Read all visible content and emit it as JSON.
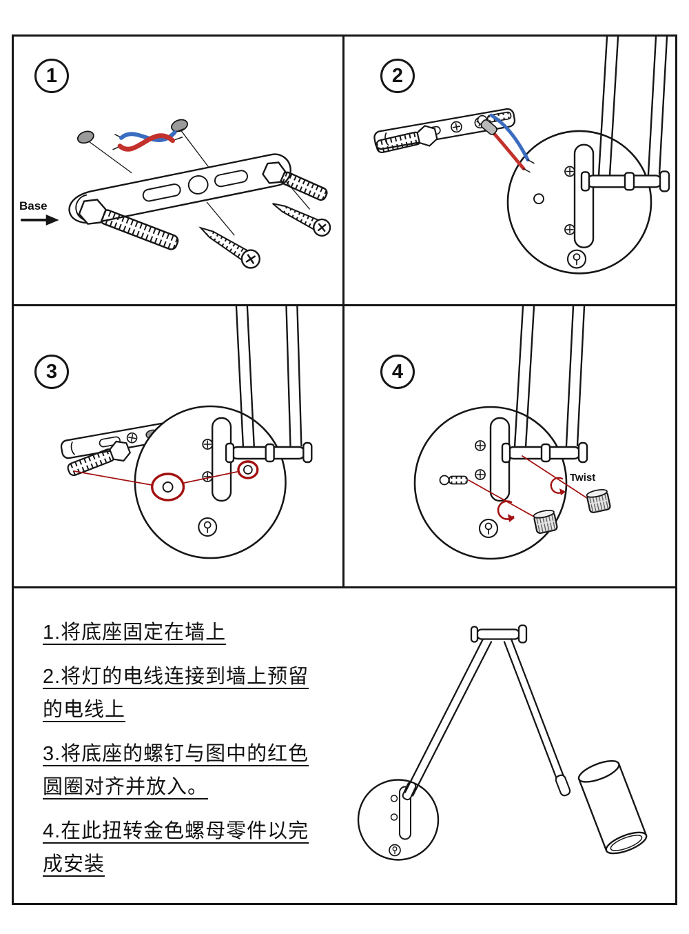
{
  "steps": [
    {
      "number": "1",
      "annotation": "Base"
    },
    {
      "number": "2"
    },
    {
      "number": "3"
    },
    {
      "number": "4",
      "annotation": "Twist"
    }
  ],
  "instructions": [
    {
      "lines": [
        "1.将底座固定在墙上"
      ]
    },
    {
      "lines": [
        "2.将灯的电线连接到墙上预留",
        "的电线上"
      ]
    },
    {
      "lines": [
        "3.将底座的螺钉与图中的红色",
        "圆圈对齐并放入。"
      ]
    },
    {
      "lines": [
        "4.在此扭转金色螺母零件以完",
        "成安装"
      ]
    }
  ],
  "colors": {
    "line": "#161616",
    "wire_red": "#c2312b",
    "wire_blue": "#3a6cc0",
    "accent_red": "#a31111",
    "metal_gray": "#9a9a9a",
    "nut_fill": "#e3e3e3"
  },
  "icons": {
    "step1_illustration": "base-bracket-with-bolts-screws-anchors-and-wires",
    "step2_illustration": "connect-lamp-wires-to-wall-wires",
    "step3_illustration": "align-base-screws-with-red-circles",
    "step4_illustration": "twist-knurled-nuts-to-finish",
    "bottom_illustration": "assembled-swing-arm-wall-lamp"
  }
}
